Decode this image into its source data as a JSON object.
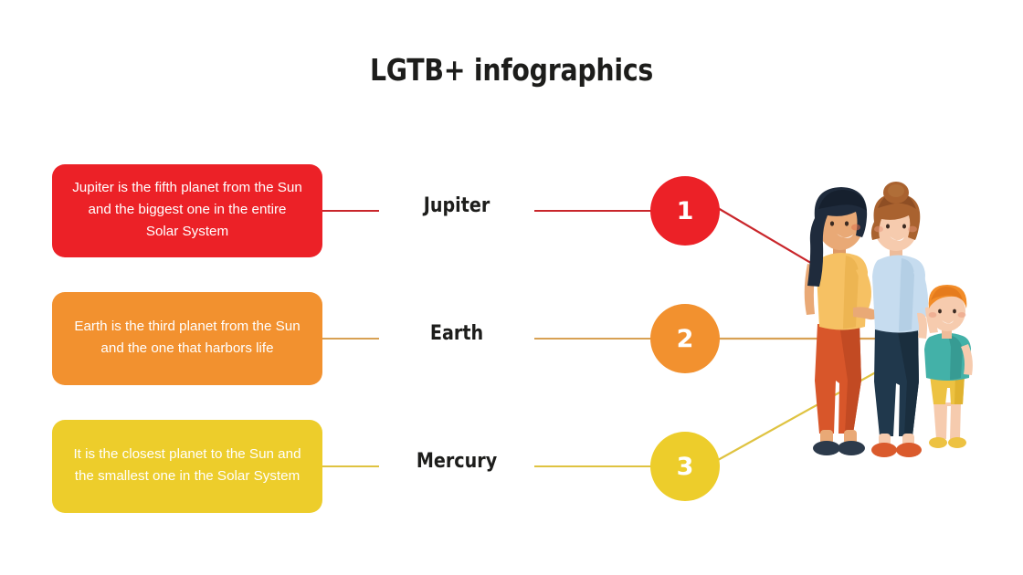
{
  "slide": {
    "title": "LGTB+ infographics",
    "background_color": "#FFFFFF",
    "title_color": "#1D1D1B"
  },
  "palette": {
    "red": "#EC2127",
    "orange": "#F2912F",
    "yellow": "#EDCD2B",
    "white": "#FFFFFF",
    "dark_text": "#1D1D1B"
  },
  "rows": [
    {
      "number": "1",
      "planet": "Jupiter",
      "description": "Jupiter is the fifth planet from the Sun and the biggest one in the entire Solar System",
      "color": "#EC2127",
      "line_color": "#C9262B"
    },
    {
      "number": "2",
      "planet": "Earth",
      "description": "Earth is the third planet from the Sun and the one that harbors life",
      "color": "#F2912F",
      "line_color": "#D8A154"
    },
    {
      "number": "3",
      "planet": "Mercury",
      "description": "It is the closest planet to the Sun and the smallest one in the Solar System",
      "color": "#EDCD2B",
      "line_color": "#DFC341"
    }
  ],
  "illustration": {
    "name": "two-mothers-and-child-illustration",
    "figures": [
      {
        "name": "woman-dark-hair",
        "hair_color": "#1F2B3C",
        "skin_color": "#E9A976",
        "shirt_color": "#F6C163",
        "pants_color": "#D8562A",
        "shoe_color": "#2C3A4B"
      },
      {
        "name": "woman-auburn-hair",
        "hair_color": "#A9622F",
        "skin_color": "#F6CBAE",
        "shirt_color": "#C6DCEF",
        "pants_color": "#20384C",
        "shoe_color": "#DA5A2C"
      },
      {
        "name": "child-orange-hair",
        "hair_color": "#F28C28",
        "skin_color": "#F6CBAE",
        "shirt_color": "#43B1A8",
        "shorts_color": "#EDC242",
        "shoe_color": "#EDC242"
      }
    ]
  }
}
